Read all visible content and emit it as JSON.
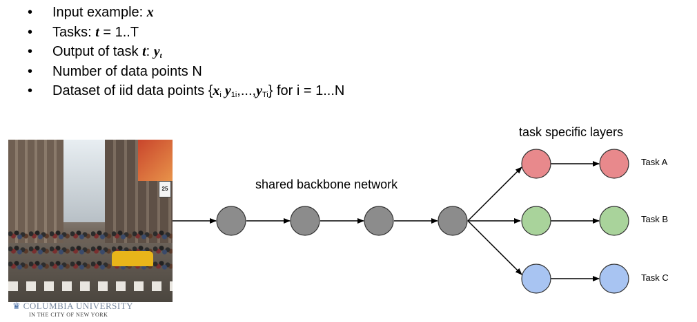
{
  "bullets": {
    "b1": {
      "text": "Input example: ",
      "math": "x"
    },
    "b2": {
      "text": "Tasks: ",
      "math": "t",
      "rest": " = 1..T"
    },
    "b3": {
      "text": "Output of task ",
      "math": "t",
      "colon": ": ",
      "math2": "y",
      "sub": "t"
    },
    "b4": {
      "text": "Number of data points N"
    },
    "b5": {
      "text": "Dataset of iid data points {",
      "math1": "x",
      "s1": "i",
      "m2": " y",
      "s2": "1i",
      "mid": ",...,",
      "m3": "y",
      "s3": "Ti",
      "rest": "} for i = 1...N"
    }
  },
  "diagram": {
    "shared_label": "shared backbone network",
    "task_label": "task specific layers",
    "tasks": [
      "Task A",
      "Task B",
      "Task C"
    ],
    "colors": {
      "backbone": "#8c8c8c",
      "taskA": "#e8898c",
      "taskB": "#a9d39b",
      "taskC": "#a8c4f2"
    }
  },
  "logo": {
    "name": "COLUMBIA UNIVERSITY",
    "sub": "IN THE CITY OF NEW YORK"
  }
}
